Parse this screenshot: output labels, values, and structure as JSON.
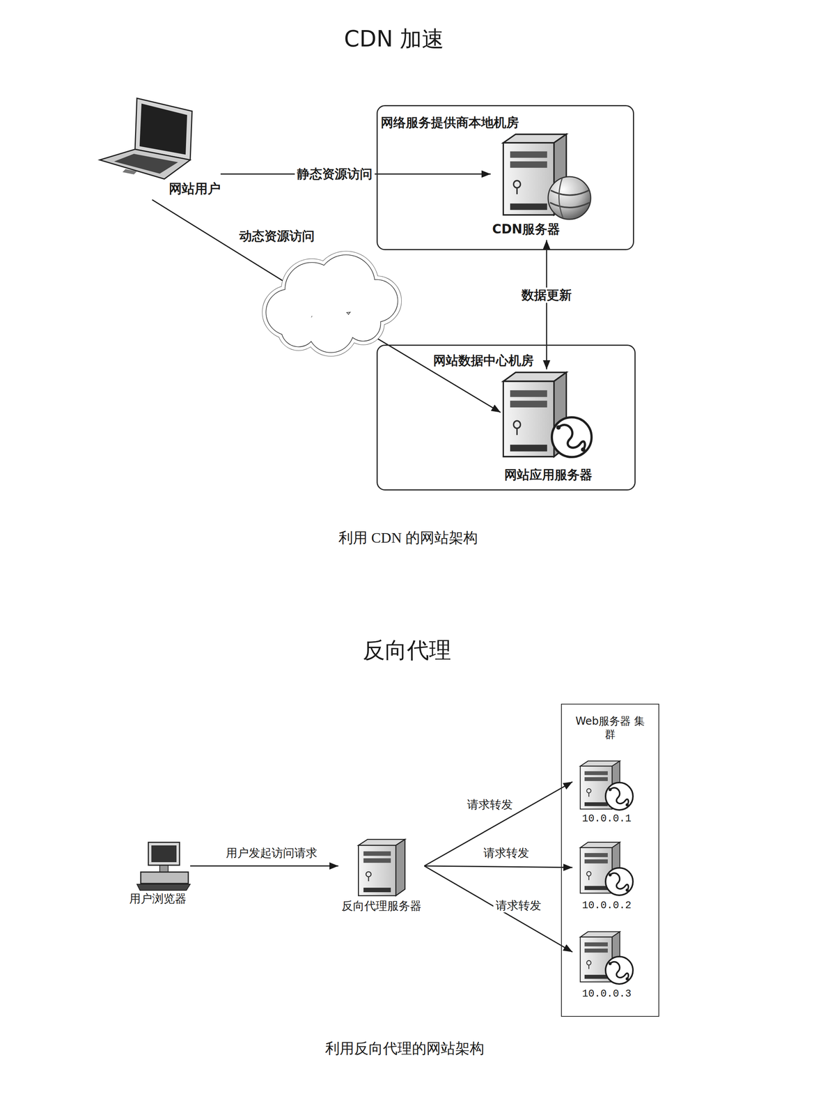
{
  "diagram": {
    "title": "CDN 加速",
    "caption": "利用 CDN 的网站架构",
    "nodes": [
      {
        "text": [
          "网站用户"
        ]
      },
      {
        "text": [
          "网络服务提供商本地机房"
        ]
      },
      {
        "text": [
          "CDN服务器"
        ],
        "in": 1
      },
      {
        "text": [
          "网站数据中心机房"
        ]
      },
      {
        "text": [
          "网站应用服务器"
        ],
        "in": 3
      },
      {
        "text": [
          "用户浏览器"
        ]
      },
      {
        "text": [
          "反向代理服务器"
        ]
      },
      {
        "text": [
          "Web服务器 集群"
        ]
      },
      {
        "text": [
          "10.0.0.1"
        ],
        "in": 7
      },
      {
        "text": [
          "10.0.0.2"
        ],
        "in": 7
      },
      {
        "text": [
          "10.0.0.3"
        ],
        "in": 7
      }
    ],
    "edges": [
      {
        "from": 0,
        "to": 2,
        "label": "静态资源访问",
        "arrow": "to"
      },
      {
        "from": 0,
        "to": 4,
        "label": "动态资源访问",
        "arrow": "to"
      },
      {
        "from": 2,
        "to": 4,
        "label": "数据更新",
        "arrow": "both"
      },
      {
        "from": 5,
        "to": 6,
        "label": "用户发起访问请求",
        "arrow": "to"
      },
      {
        "from": 6,
        "to": 8,
        "label": "请求转发",
        "arrow": "to"
      },
      {
        "from": 6,
        "to": 9,
        "label": "请求转发",
        "arrow": "to"
      },
      {
        "from": 6,
        "to": 10,
        "label": "请求转发",
        "arrow": "to"
      }
    ],
    "labels": [
      "反向代理",
      "利用反向代理的网站架构"
    ]
  }
}
